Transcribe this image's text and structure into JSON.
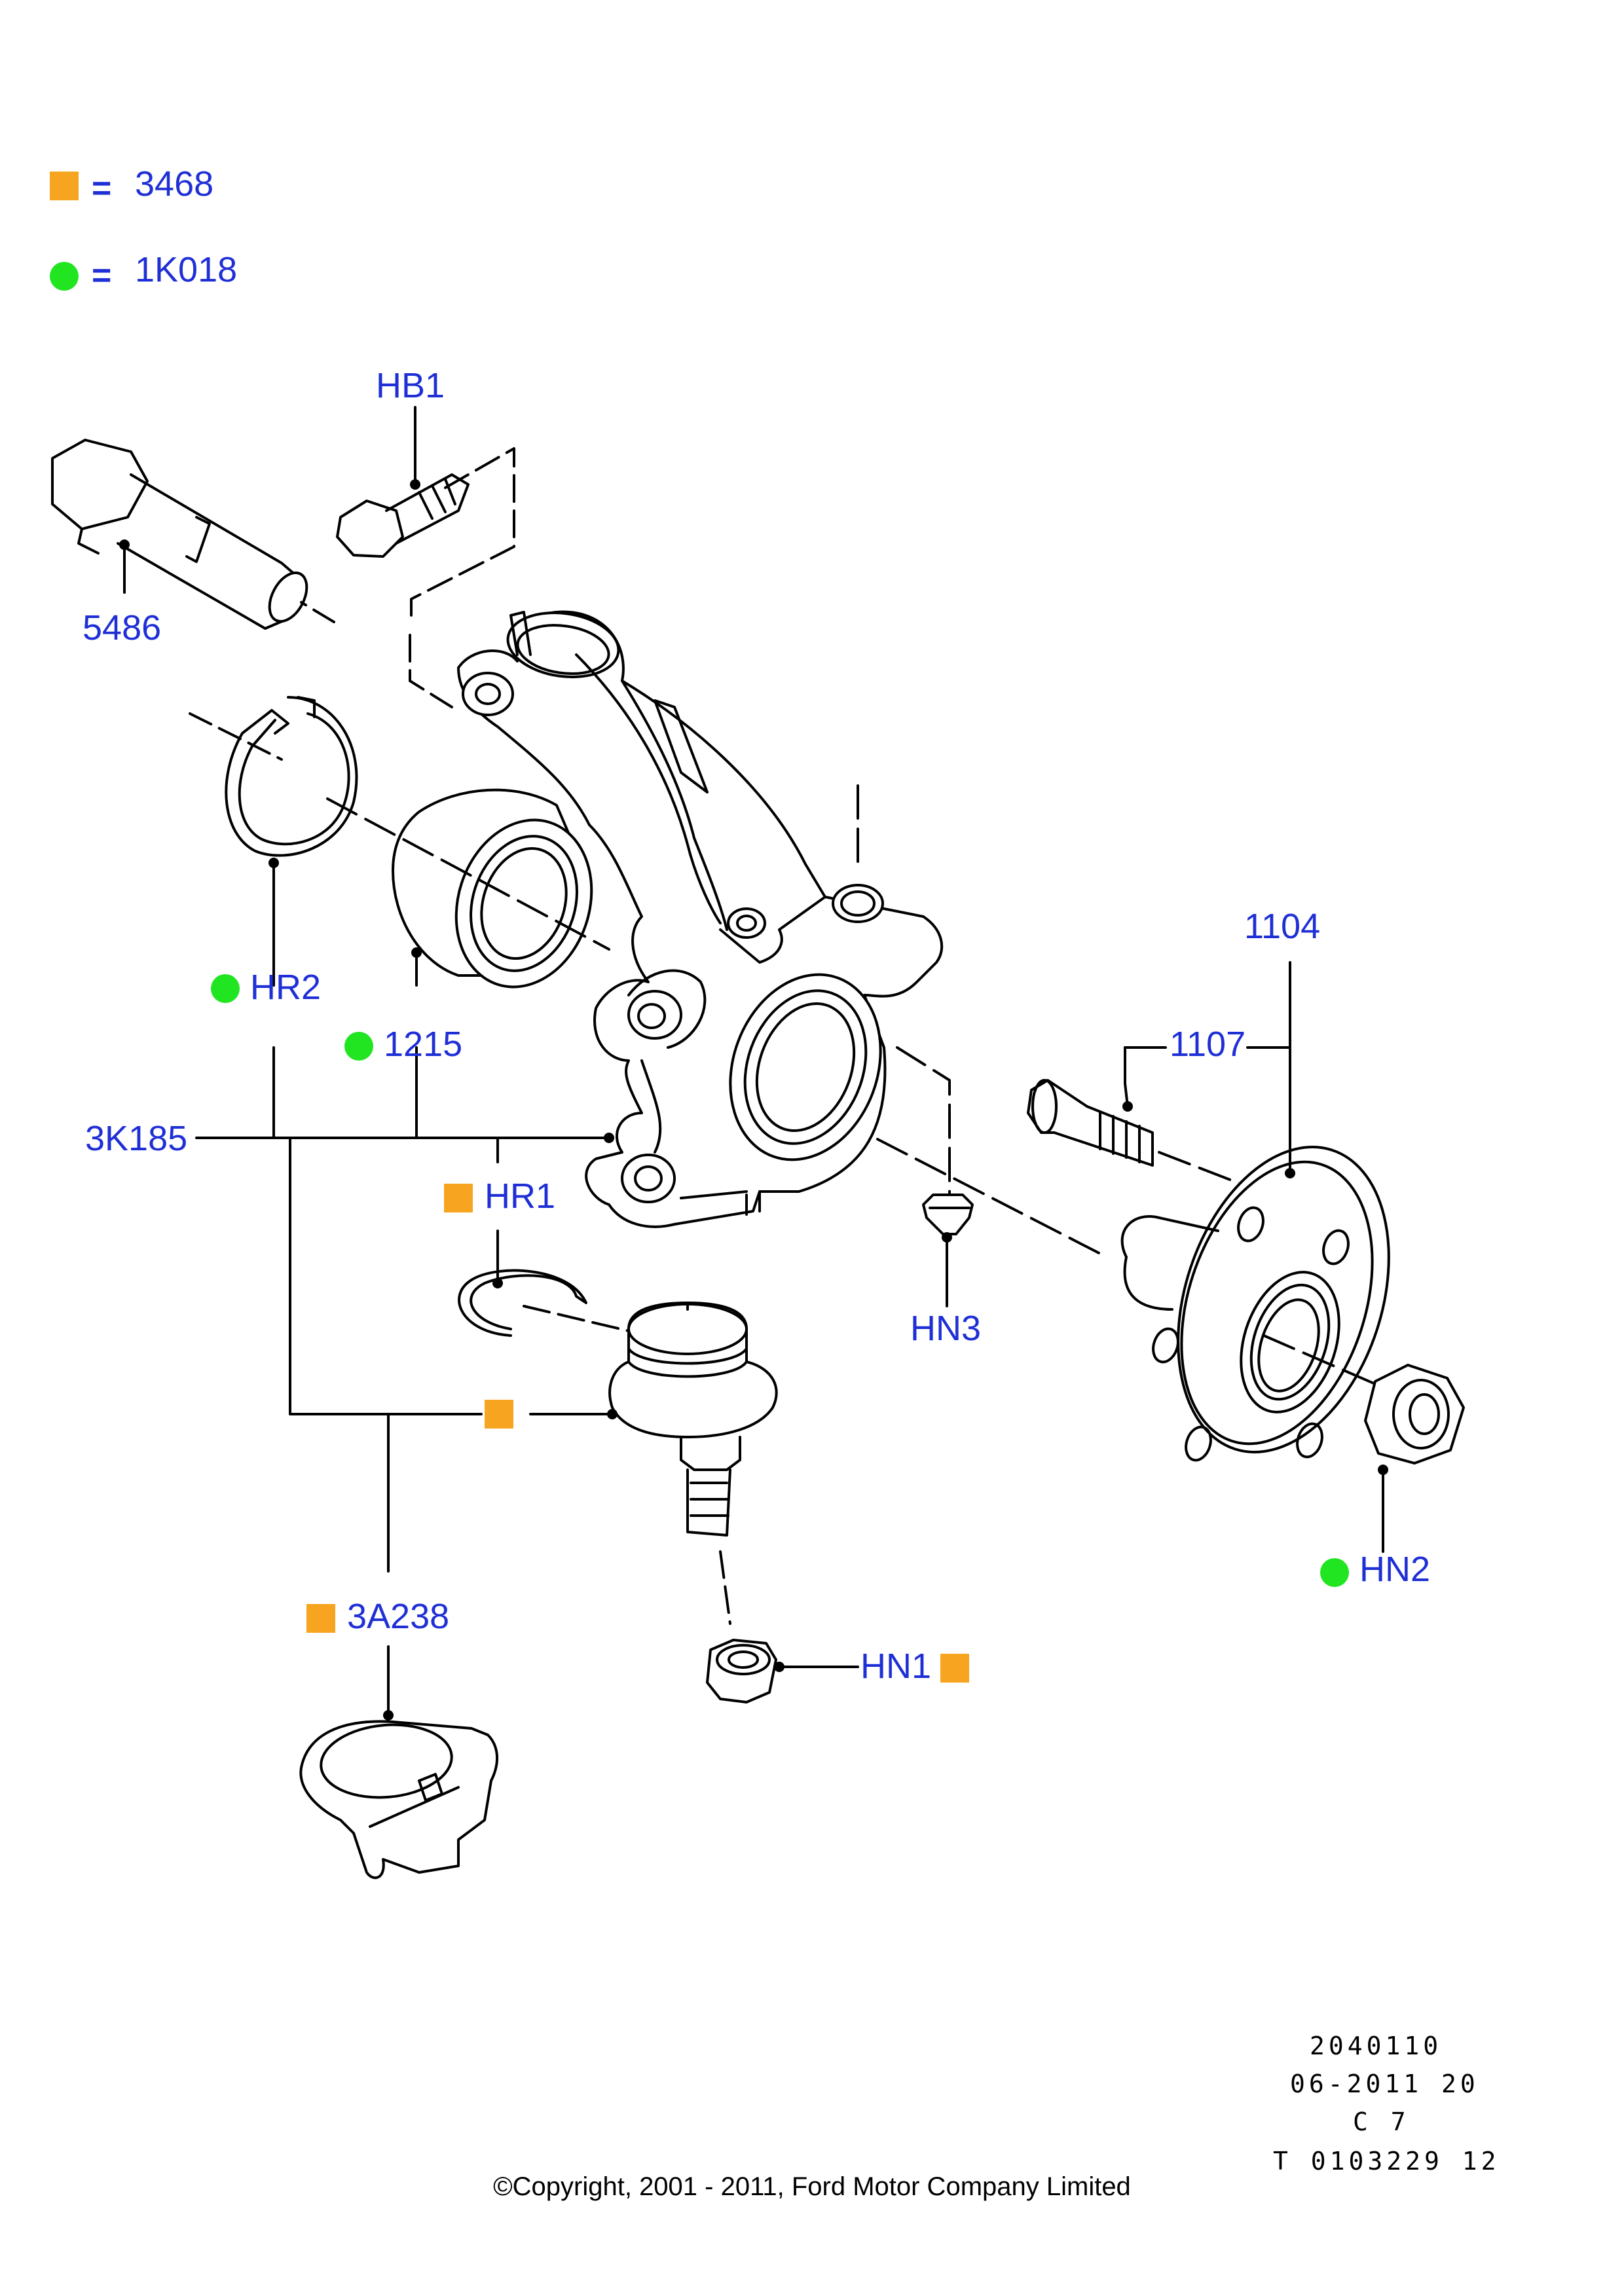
{
  "colors": {
    "label": "#1f2fd6",
    "orange_marker": "#f7a520",
    "green_marker": "#22e522",
    "line": "#000000"
  },
  "legend": [
    {
      "marker": "orange-square",
      "eq": "=",
      "code": "3468"
    },
    {
      "marker": "green-dot",
      "eq": "=",
      "code": "1K018"
    }
  ],
  "labels": {
    "HB1": "HB1",
    "5486": "5486",
    "HR2": "HR2",
    "1215": "1215",
    "3K185": "3K185",
    "HR1": "HR1",
    "1104": "1104",
    "1107": "1107",
    "HN3": "HN3",
    "HN2": "HN2",
    "HN1": "HN1",
    "3A238": "3A238"
  },
  "meta": {
    "line1": "2040110",
    "line2": "06-2011 20",
    "line3": "C 7",
    "line4": "T 0103229 12"
  },
  "copyright": "©Copyright, 2001 - 2011, Ford Motor Company Limited"
}
